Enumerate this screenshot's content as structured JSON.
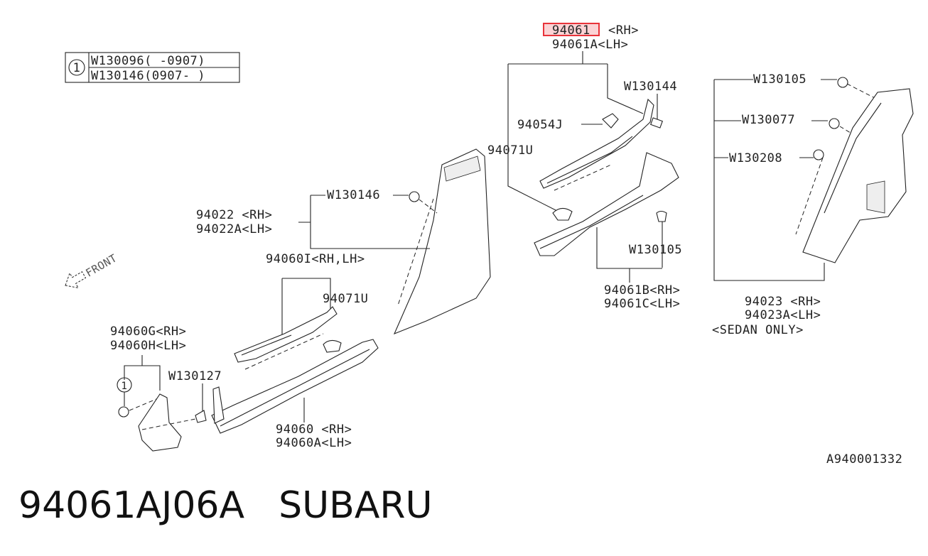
{
  "legend": {
    "marker": "1",
    "rows": [
      "W130096(  -0907)",
      "W130146(0907-  )"
    ]
  },
  "front_arrow": "FRONT",
  "labels": {
    "p94061_rh_num": "94061",
    "p94061_rh_suffix": "<RH>",
    "p94061a_lh": "94061A<LH>",
    "w130144": "W130144",
    "p94054j": "94054J",
    "p94071u_top": "94071U",
    "w130146": "W130146",
    "p94022_rh": "94022 <RH>",
    "p94022a_lh": "94022A<LH>",
    "p94060i": "94060I<RH,LH>",
    "p94071u_low": "94071U",
    "w130105_mid": "W130105",
    "p94061b_rh": "94061B<RH>",
    "p94061c_lh": "94061C<LH>",
    "w130105_right": "W130105",
    "w130077": "W130077",
    "w130208": "W130208",
    "p94023_rh": "94023 <RH>",
    "p94023a_lh": "94023A<LH>",
    "sedan_only": "<SEDAN ONLY>",
    "p94060g_rh": "94060G<RH>",
    "p94060h_lh": "94060H<LH>",
    "w130127": "W130127",
    "callout_1": "1",
    "p94060_rh": "94060 <RH>",
    "p94060a_lh": "94060A<LH>",
    "diagram_code": "A940001332"
  },
  "caption": {
    "part_number": "94061AJ06A",
    "brand": "SUBARU"
  },
  "highlight_color": "#e8333a"
}
